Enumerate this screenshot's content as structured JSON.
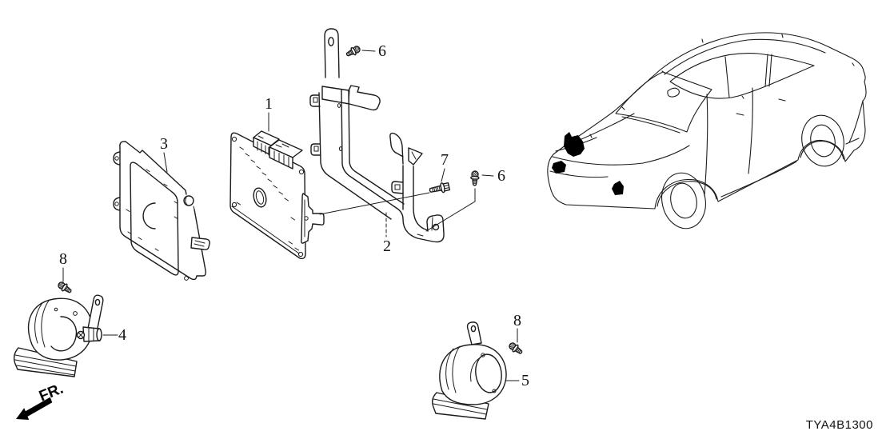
{
  "diagram": {
    "drawing_code": "TYA4B1300",
    "direction_label": "FR.",
    "colors": {
      "line": "#1b1b1b",
      "background": "#ffffff",
      "location_mark": "#000000"
    },
    "callouts": [
      {
        "id": "callout-1",
        "ref": "1"
      },
      {
        "id": "callout-2",
        "ref": "2"
      },
      {
        "id": "callout-3",
        "ref": "3"
      },
      {
        "id": "callout-4",
        "ref": "4"
      },
      {
        "id": "callout-5",
        "ref": "5"
      },
      {
        "id": "callout-6-upper",
        "ref": "6"
      },
      {
        "id": "callout-6-lower",
        "ref": "6"
      },
      {
        "id": "callout-7",
        "ref": "7"
      },
      {
        "id": "callout-8-left",
        "ref": "8"
      },
      {
        "id": "callout-8-right",
        "ref": "8"
      }
    ]
  }
}
